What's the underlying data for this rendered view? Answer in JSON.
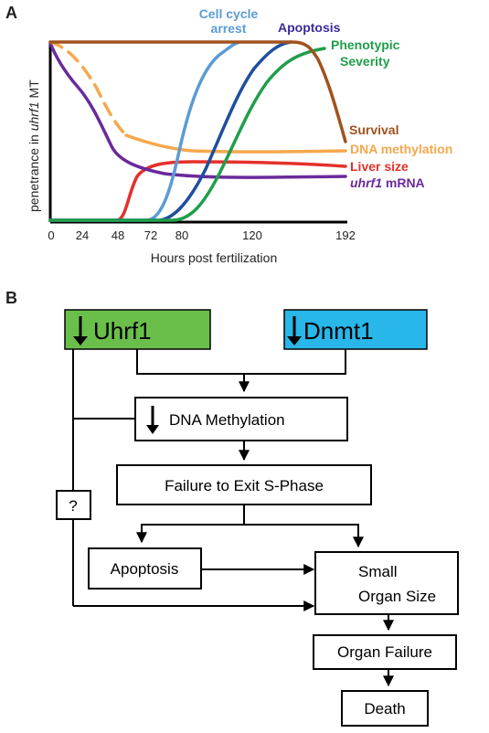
{
  "panel_a": {
    "letter": "A",
    "y_axis_prefix": "penetrance in ",
    "y_axis_gene": "uhrf1",
    "y_axis_suffix": " MT",
    "x_axis_title": "Hours post fertilization",
    "x_ticks": [
      "0",
      "24",
      "48",
      "72",
      "80",
      "120",
      "192"
    ],
    "labels": {
      "cell_cycle_1": "Cell cycle",
      "cell_cycle_2": "arrest",
      "apoptosis": "Apoptosis",
      "phenotypic_1": "Phenotypic",
      "phenotypic_2": "Severity",
      "survival": "Survival",
      "dna_methylation": "DNA methylation",
      "liver_size": "Liver size",
      "uhrf1_gene": "uhrf1",
      "uhrf1_mrna": " mRNA"
    },
    "colors": {
      "cell_cycle": "#5b9bd5",
      "apoptosis": "#1f4e9c",
      "phenotypic": "#1f9e4a",
      "survival": "#a0521f",
      "dna_methylation": "#f5a84c",
      "liver_size": "#e5302a",
      "uhrf1_mrna": "#6a2a9c",
      "apoptosis_label": "#3b2a9c"
    }
  },
  "panel_b": {
    "letter": "B",
    "uhrf1": "Uhrf1",
    "dnmt1": "Dnmt1",
    "dna_methylation": "DNA Methylation",
    "failure_s_phase": "Failure to Exit S-Phase",
    "apoptosis": "Apoptosis",
    "small_organ_1": "Small",
    "small_organ_2": "Organ Size",
    "organ_failure": "Organ Failure",
    "death": "Death",
    "unknown": "?",
    "colors": {
      "uhrf1_fill": "#6abf4b",
      "dnmt1_fill": "#29b6e8"
    }
  }
}
